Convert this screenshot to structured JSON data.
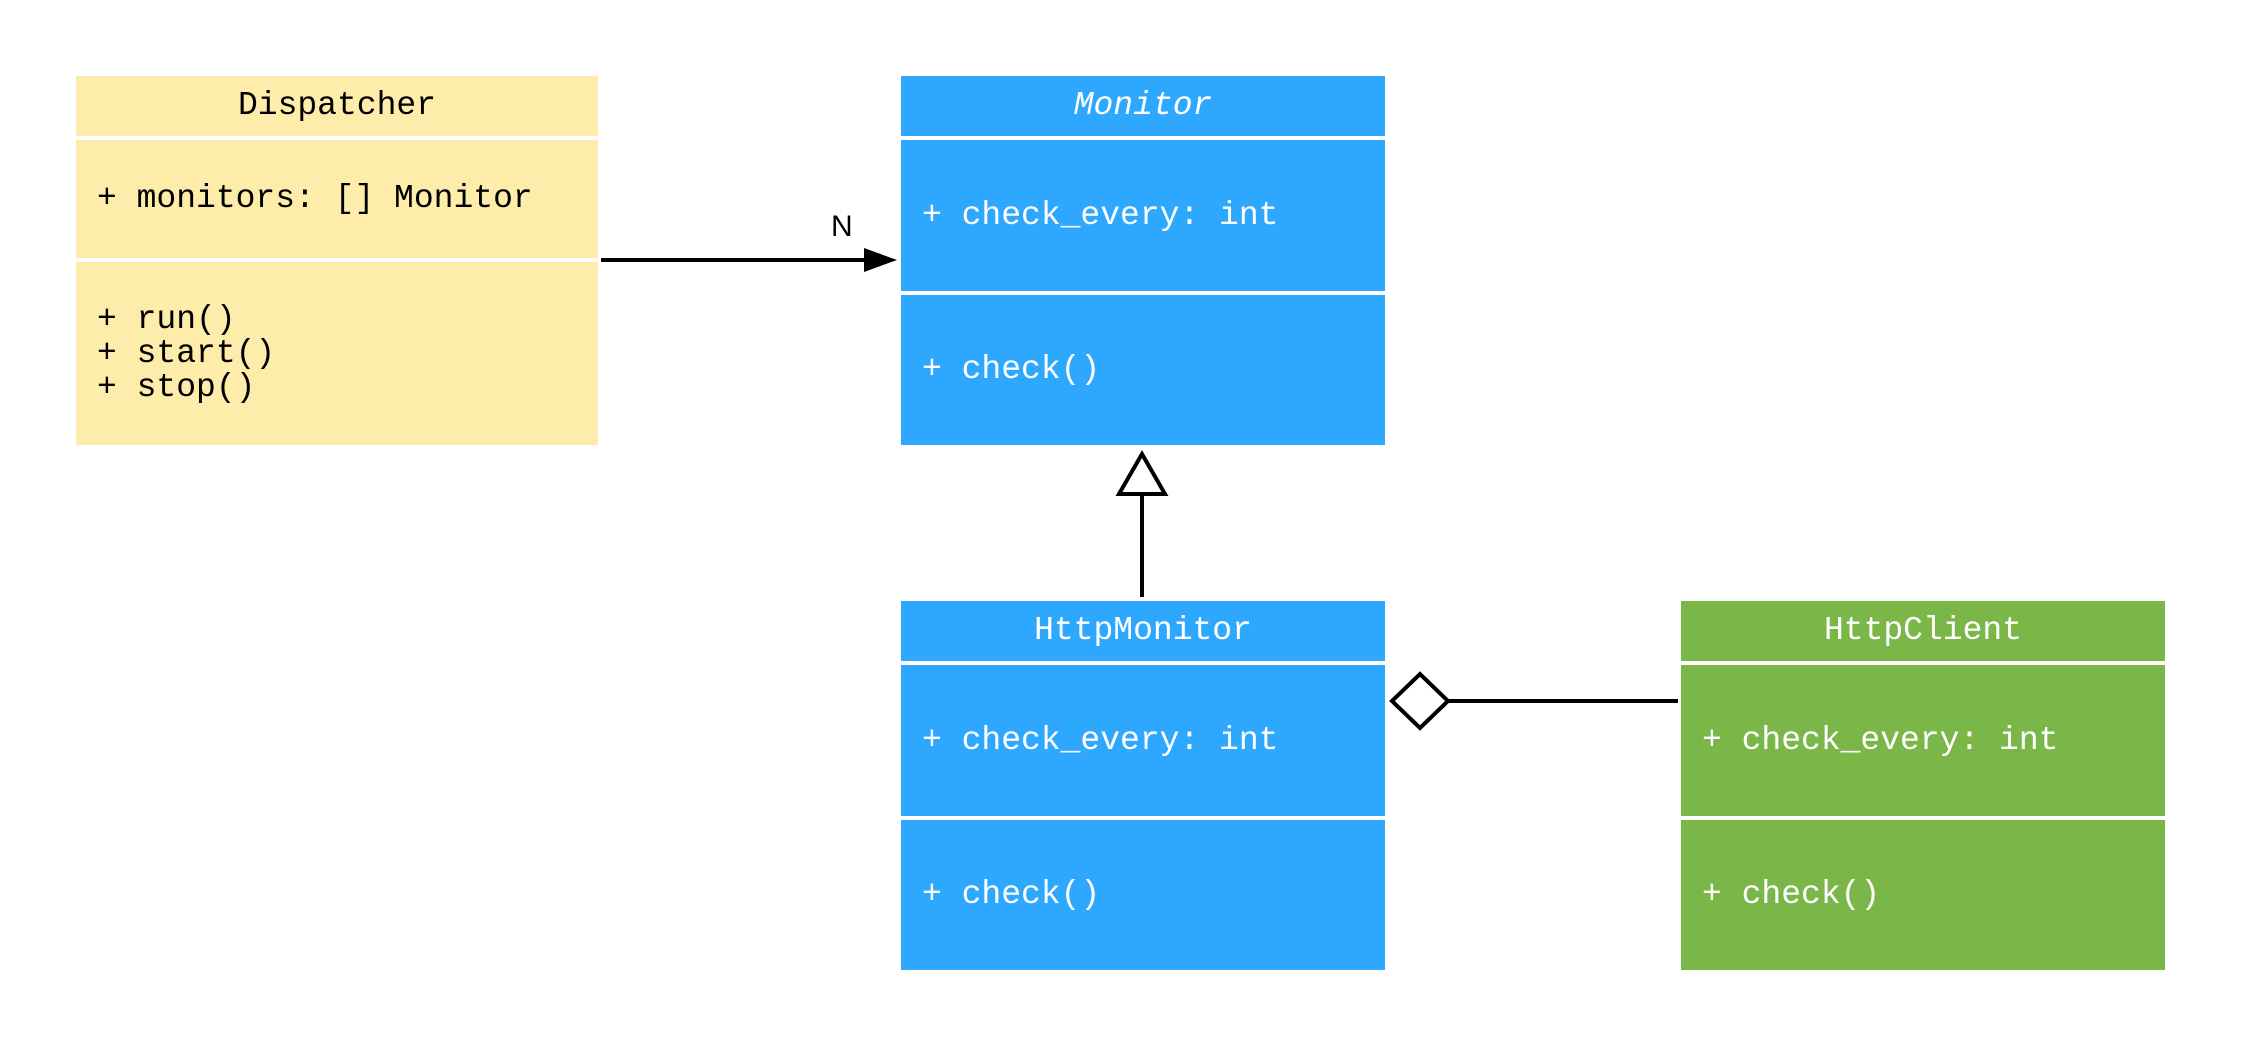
{
  "colors": {
    "dispatcher": "#FEECAA",
    "monitor": "#2EA7FF",
    "http_client": "#7AB648",
    "line": "#000000"
  },
  "classes": {
    "dispatcher": {
      "name": "Dispatcher",
      "attributes": [
        "+ monitors: [] Monitor"
      ],
      "methods": [
        "+ run()",
        "+ start()",
        "+ stop()"
      ]
    },
    "monitor": {
      "name": "Monitor",
      "abstract": true,
      "attributes": [
        "+ check_every: int"
      ],
      "methods": [
        "+ check()"
      ]
    },
    "http_monitor": {
      "name": "HttpMonitor",
      "attributes": [
        "+ check_every: int"
      ],
      "methods": [
        "+ check()"
      ]
    },
    "http_client": {
      "name": "HttpClient",
      "attributes": [
        "+ check_every: int"
      ],
      "methods": [
        "+ check()"
      ]
    }
  },
  "relations": [
    {
      "type": "association",
      "from": "Dispatcher",
      "to": "Monitor",
      "multiplicity": "N"
    },
    {
      "type": "inheritance",
      "from": "HttpMonitor",
      "to": "Monitor"
    },
    {
      "type": "aggregation",
      "from": "HttpClient",
      "to": "HttpMonitor"
    }
  ]
}
